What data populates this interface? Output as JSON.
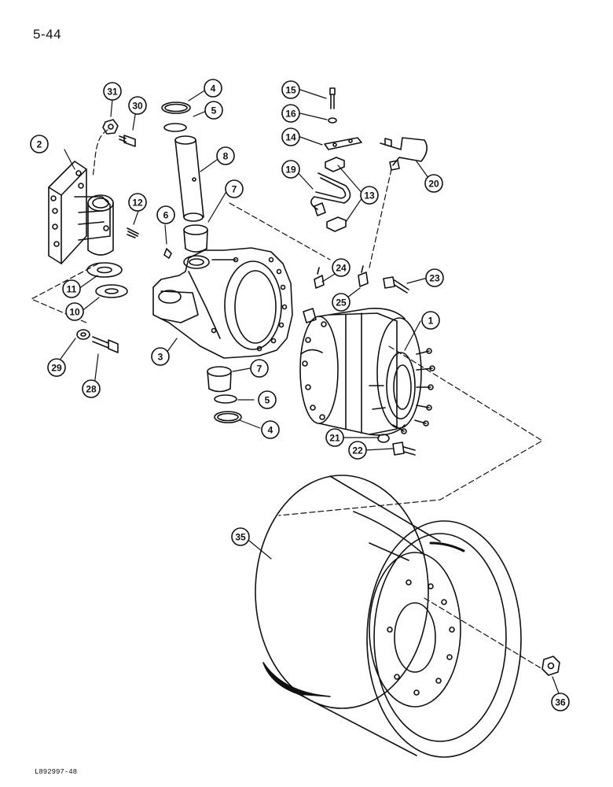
{
  "page_number": "5-44",
  "figure_id": "L892997-48",
  "callouts": [
    {
      "label": "1"
    },
    {
      "label": "2"
    },
    {
      "label": "3"
    },
    {
      "label": "4"
    },
    {
      "label": "4"
    },
    {
      "label": "5"
    },
    {
      "label": "5"
    },
    {
      "label": "6"
    },
    {
      "label": "7"
    },
    {
      "label": "7"
    },
    {
      "label": "8"
    },
    {
      "label": "10"
    },
    {
      "label": "11"
    },
    {
      "label": "12"
    },
    {
      "label": "13"
    },
    {
      "label": "14"
    },
    {
      "label": "15"
    },
    {
      "label": "16"
    },
    {
      "label": "19"
    },
    {
      "label": "20"
    },
    {
      "label": "21"
    },
    {
      "label": "22"
    },
    {
      "label": "23"
    },
    {
      "label": "24"
    },
    {
      "label": "25"
    },
    {
      "label": "28"
    },
    {
      "label": "29"
    },
    {
      "label": "30"
    },
    {
      "label": "31"
    },
    {
      "label": "35"
    },
    {
      "label": "36"
    }
  ]
}
